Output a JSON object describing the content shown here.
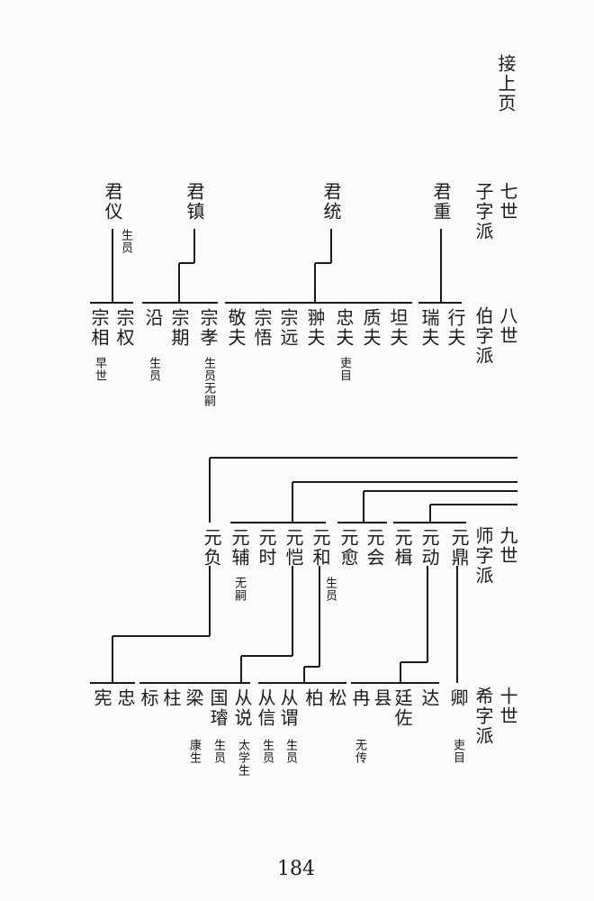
{
  "continued": "接上页",
  "page_number": "184",
  "generations": [
    {
      "label": "七世",
      "pai": "子字派"
    },
    {
      "label": "八世",
      "pai": "伯字派"
    },
    {
      "label": "九世",
      "pai": "师字派"
    },
    {
      "label": "十世",
      "pai": "希字派"
    }
  ],
  "gen7": [
    "君重",
    "君统",
    "君镇",
    "君仪"
  ],
  "gen8": [
    "行夫",
    "瑞夫",
    "坦夫",
    "质夫",
    "忠夫",
    "翀夫",
    "宗远",
    "宗悟",
    "敬夫",
    "宗孝",
    "宗期",
    "沿",
    "宗权",
    "宗相"
  ],
  "gen9": [
    "元鼎",
    "元动",
    "元楫",
    "元会",
    "元愈",
    "元和",
    "元恺",
    "元时",
    "元辅",
    "元负"
  ],
  "gen10": [
    "卿",
    "达",
    "廷佐",
    "县",
    "冉",
    "松",
    "柏",
    "从谓",
    "从信",
    "从说",
    "国璿",
    "梁",
    "柱",
    "标",
    "忠",
    "宪"
  ],
  "notes": {
    "n_junyi": "生员",
    "n_zhongfu": "吏目",
    "n_zongxiao": "生员无嗣",
    "n_yan": "生员",
    "n_zongxiang": "早世",
    "n_yuanhe": "生员",
    "n_yuanfu": "无嗣",
    "n_qing": "吏目",
    "n_ran": "无传",
    "n_congwei": "生员",
    "n_congxin": "生员",
    "n_congshuo": "太学生",
    "n_guoxuan": "生员",
    "n_liang": "康生"
  }
}
